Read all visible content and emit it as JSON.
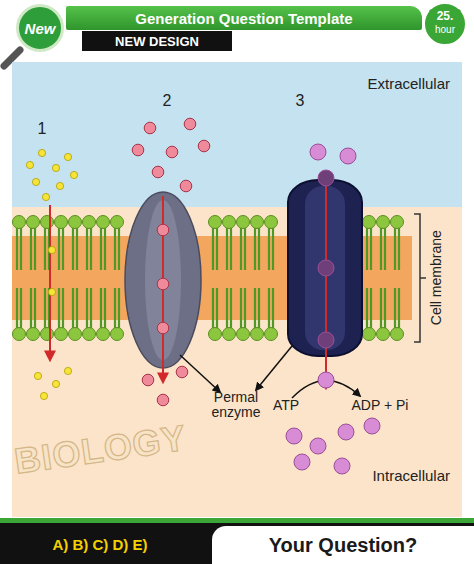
{
  "diagram": {
    "nodes": [
      {
        "text": [
          "New"
        ]
      },
      {
        "text": [
          "Generation Question Template"
        ]
      },
      {
        "text": [
          "NEW DESIGN"
        ]
      },
      {
        "text": [
          "A) B) C) D) E)"
        ]
      },
      {
        "text": [
          "Your Question?"
        ]
      }
    ],
    "labels": [
      "25.",
      "hour",
      "Extracellular",
      "1",
      "2",
      "3",
      "Cell membrane",
      "Permal enzyme",
      "ATP",
      "ADP + Pi",
      "Intracellular",
      "BIOLOGY"
    ]
  }
}
